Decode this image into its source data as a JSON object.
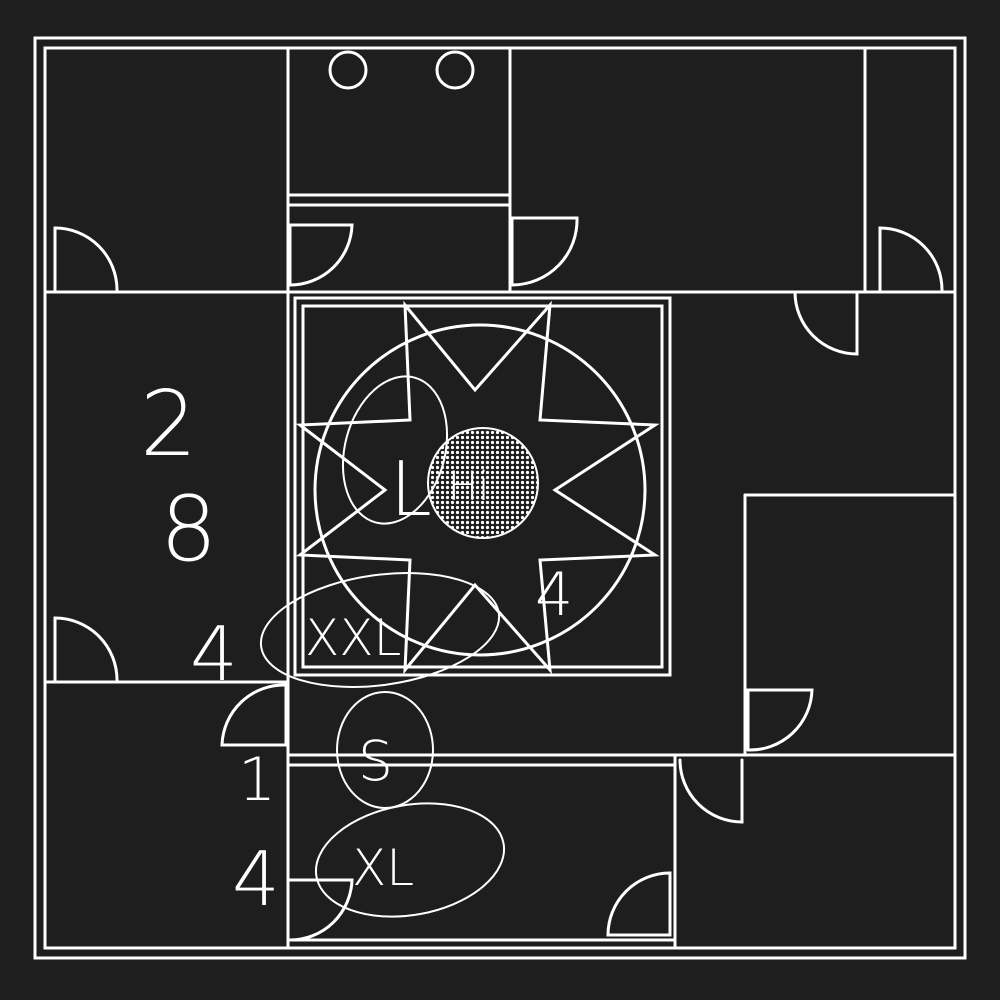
{
  "diagram": {
    "type": "hand-drawn floor plan",
    "colors": {
      "background": "#1e1e1e",
      "line": "#ffffff"
    },
    "annotations": {
      "n2": "2",
      "n8": "8",
      "n4_left": "4",
      "xxl": "XXL",
      "s": "S",
      "xl": "XL",
      "n1": "1",
      "n4_bottom": "4",
      "l_center": "L",
      "n4_right": "4",
      "center_mark": "Hi"
    }
  }
}
